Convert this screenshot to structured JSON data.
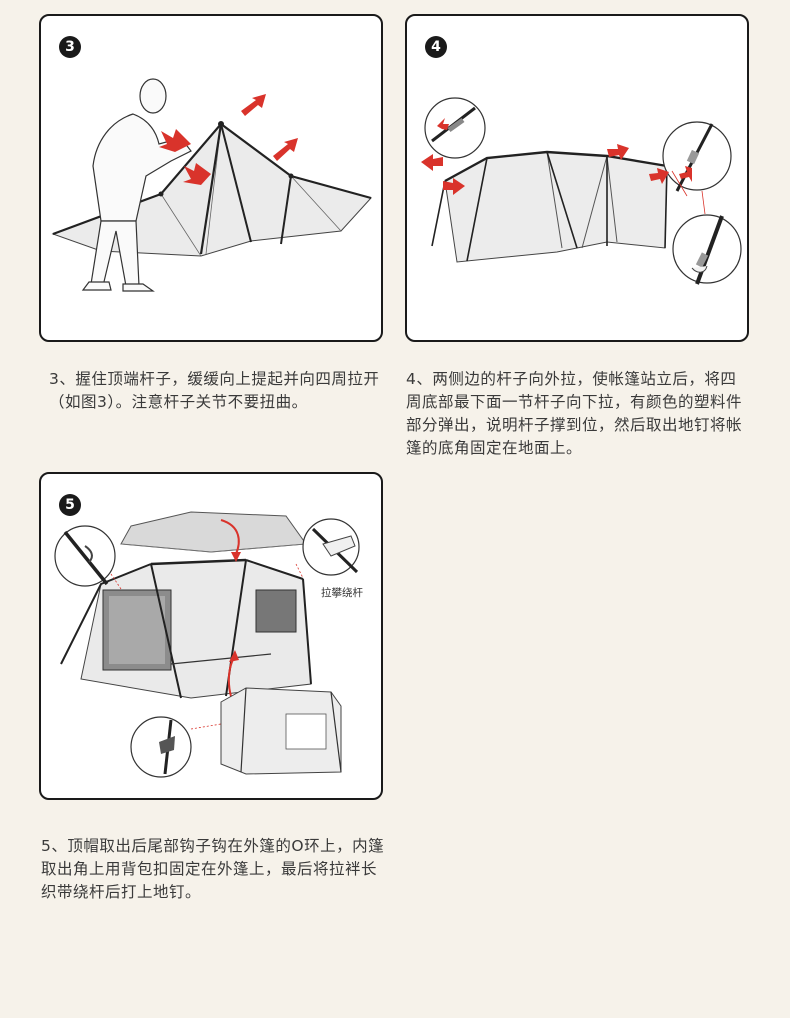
{
  "steps": [
    {
      "badge": "3",
      "caption": "3、握住顶端杆子，缓缓向上提起并向四周拉开（如图3）。注意杆子关节不要扭曲。"
    },
    {
      "badge": "4",
      "caption": "4、两侧边的杆子向外拉，使帐篷站立后，将四周底部最下面一节杆子向下拉，有颜色的塑料件部分弹出，说明杆子撑到位，然后取出地钉将帐篷的底角固定在地面上。"
    },
    {
      "badge": "5",
      "caption": "5、顶帽取出后尾部钩子钩在外篷的O环上，内篷取出角上用背包扣固定在外篷上，最后将拉袢长织带绕杆后打上地钉。",
      "callout_label": "拉攀绕杆"
    }
  ],
  "colors": {
    "background": "#f6f2ea",
    "arrow": "#d9332b",
    "outline": "#1a1a1a"
  }
}
